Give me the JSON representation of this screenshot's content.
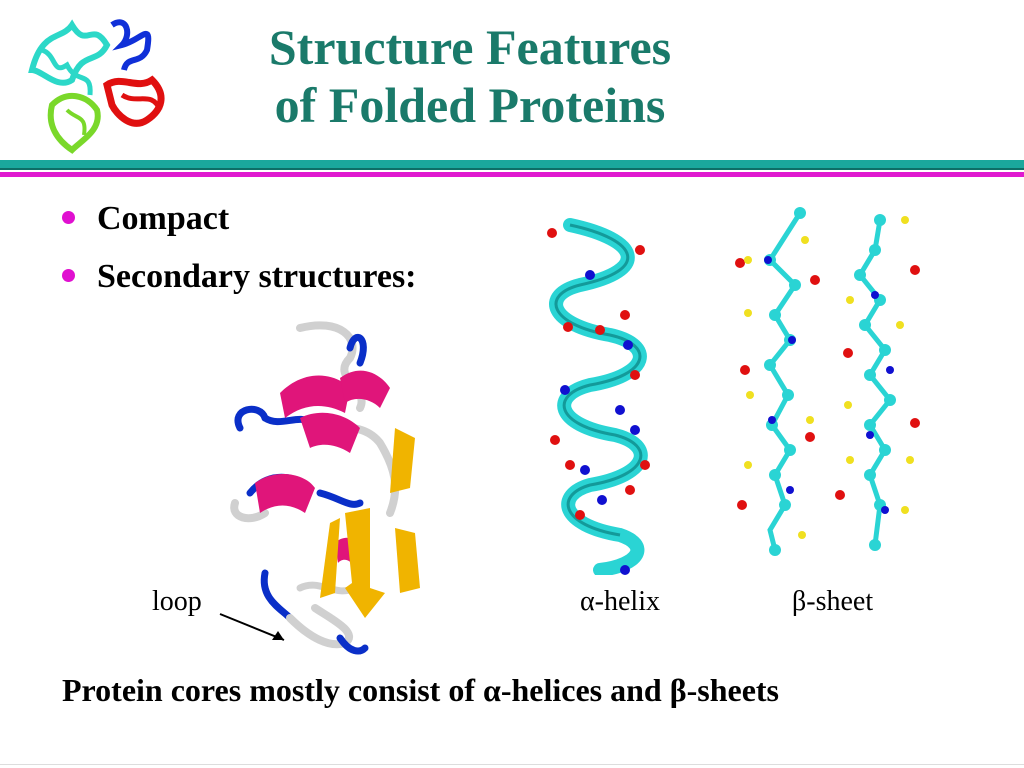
{
  "slide": {
    "title_line1": "Structure Features",
    "title_line2": "of Folded Proteins",
    "bullets": [
      "Compact",
      "Secondary structures:"
    ],
    "labels": {
      "loop": "loop",
      "alpha_helix": "α-helix",
      "beta_sheet": "β-sheet"
    },
    "footer": "Protein cores mostly consist of α-helices and β-sheets"
  },
  "colors": {
    "title": "#1a7a6a",
    "bullet": "#e010d0",
    "helix_ribbon": "#e0157a",
    "strand": "#f0b400",
    "loop": "#0a2fc8",
    "coil": "#cfcfcf",
    "backbone": "#2ad4d4",
    "oxygen": "#e01010",
    "nitrogen": "#1010d0",
    "hydrogen": "#f0e020"
  },
  "icons": [
    "protein-logo-icon",
    "ribbon-protein-icon",
    "alpha-helix-model-icon",
    "beta-sheet-model-icon",
    "arrow-icon"
  ]
}
